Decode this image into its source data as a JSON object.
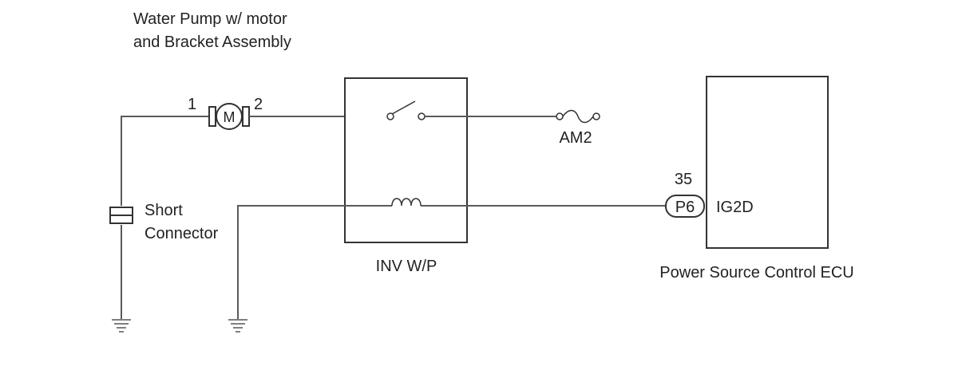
{
  "motor_assembly": {
    "label_line1": "Water Pump w/ motor",
    "label_line2": "and Bracket Assembly",
    "symbol": "M",
    "pin_left": "1",
    "pin_right": "2"
  },
  "short_connector": {
    "label_line1": "Short",
    "label_line2": "Connector"
  },
  "relay": {
    "label": "INV W/P"
  },
  "fuse": {
    "label": "AM2"
  },
  "ecu": {
    "label": "Power Source Control ECU",
    "connector": "P6",
    "pin_number": "35",
    "terminal": "IG2D"
  },
  "icons": [
    "motor-icon",
    "switch-icon",
    "fuse-icon",
    "coil-icon",
    "short-connector-icon",
    "ground-icon"
  ]
}
